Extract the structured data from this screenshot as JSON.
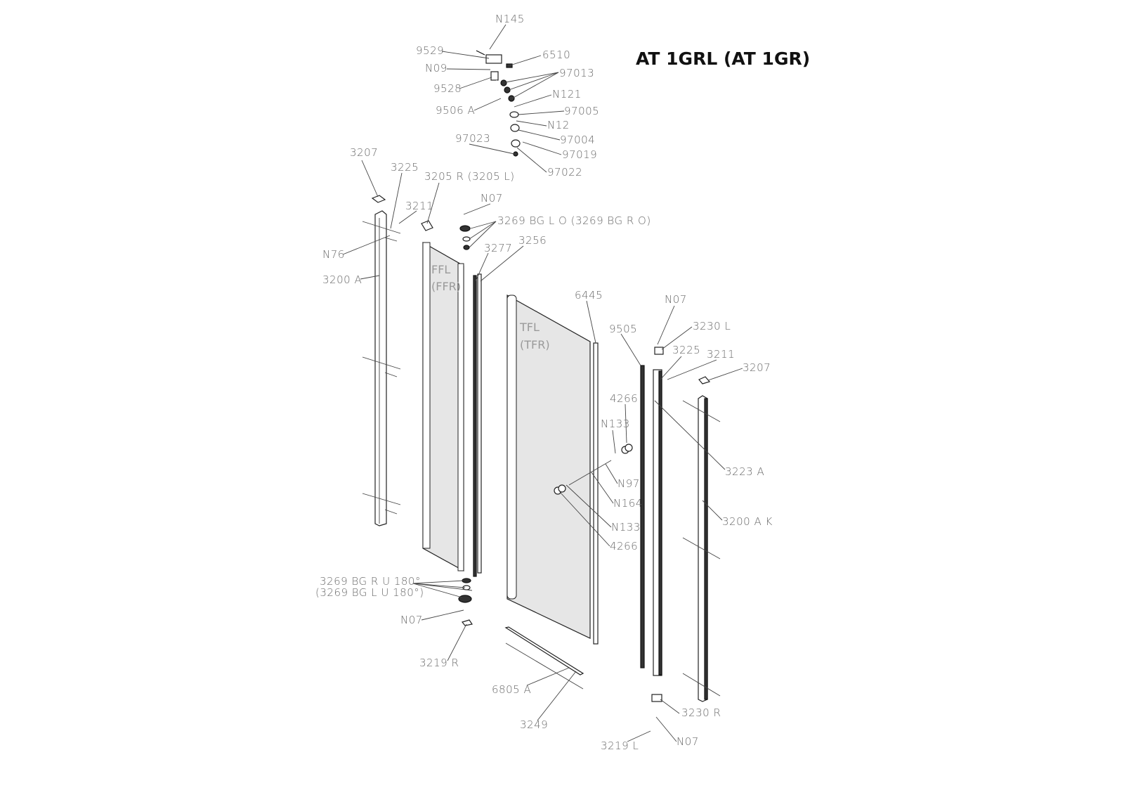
{
  "title": "AT 1GRL (AT 1GR)",
  "panels": {
    "fixed": "FFL",
    "fixed_alt": "(FFR)",
    "door": "TFL",
    "door_alt": "(TFR)"
  },
  "labels": [
    "N145",
    "9529",
    "6510",
    "N09",
    "97013",
    "9528",
    "N121",
    "9506 A",
    "97005",
    "N12",
    "97004",
    "97023",
    "97019",
    "97022",
    "3207",
    "3225",
    "3205 R (3205 L)",
    "N07",
    "3211",
    "3269 BG L O (3269 BG R O)",
    "N76",
    "3277",
    "3256",
    "3200 A",
    "6445",
    "N07",
    "3230 L",
    "9505",
    "3225",
    "3211",
    "3207",
    "4266",
    "N133",
    "3223 A",
    "N97",
    "N164",
    "3200 A K",
    "N133",
    "4266",
    "3269 BG R U 180°",
    "(3269 BG L U 180°)",
    "N07",
    "3219 R",
    "6805 A",
    "3230 R",
    "3249",
    "N07",
    "3219 L"
  ]
}
